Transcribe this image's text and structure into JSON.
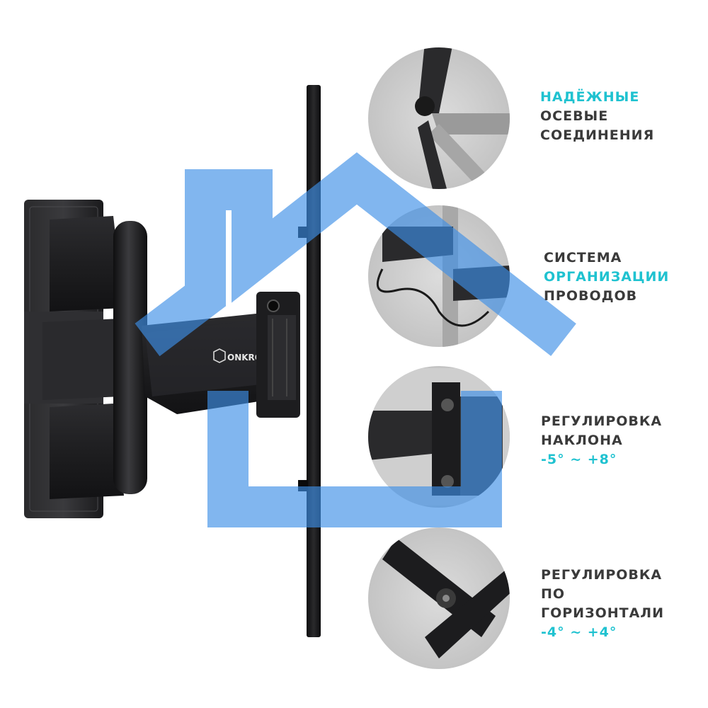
{
  "brand": {
    "logo_text": "ONKRON"
  },
  "colors": {
    "accent": "#1fc2d0",
    "text": "#3a3a3a",
    "watermark": "#3d8fe6",
    "product": "#1c1c1e"
  },
  "features": [
    {
      "id": "axial-joints",
      "lines": [
        "НАДЁЖНЫЕ",
        "ОСЕВЫЕ",
        "СОЕДИНЕНИЯ"
      ],
      "accent_line": 0
    },
    {
      "id": "cable-management",
      "lines": [
        "СИСТЕМА",
        "ОРГАНИЗАЦИИ",
        "ПРОВОДОВ"
      ],
      "accent_line": 1
    },
    {
      "id": "tilt-adjustment",
      "lines": [
        "РЕГУЛИРОВКА",
        "НАКЛОНА",
        "-5° ~ +8°"
      ],
      "accent_line": 2
    },
    {
      "id": "swivel-adjustment",
      "lines": [
        "РЕГУЛИРОВКА",
        "ПО",
        "ГОРИЗОНТАЛИ",
        "-4° ~ +4°"
      ],
      "accent_line": 3
    }
  ],
  "watermark": {
    "icon": "house-icon"
  }
}
